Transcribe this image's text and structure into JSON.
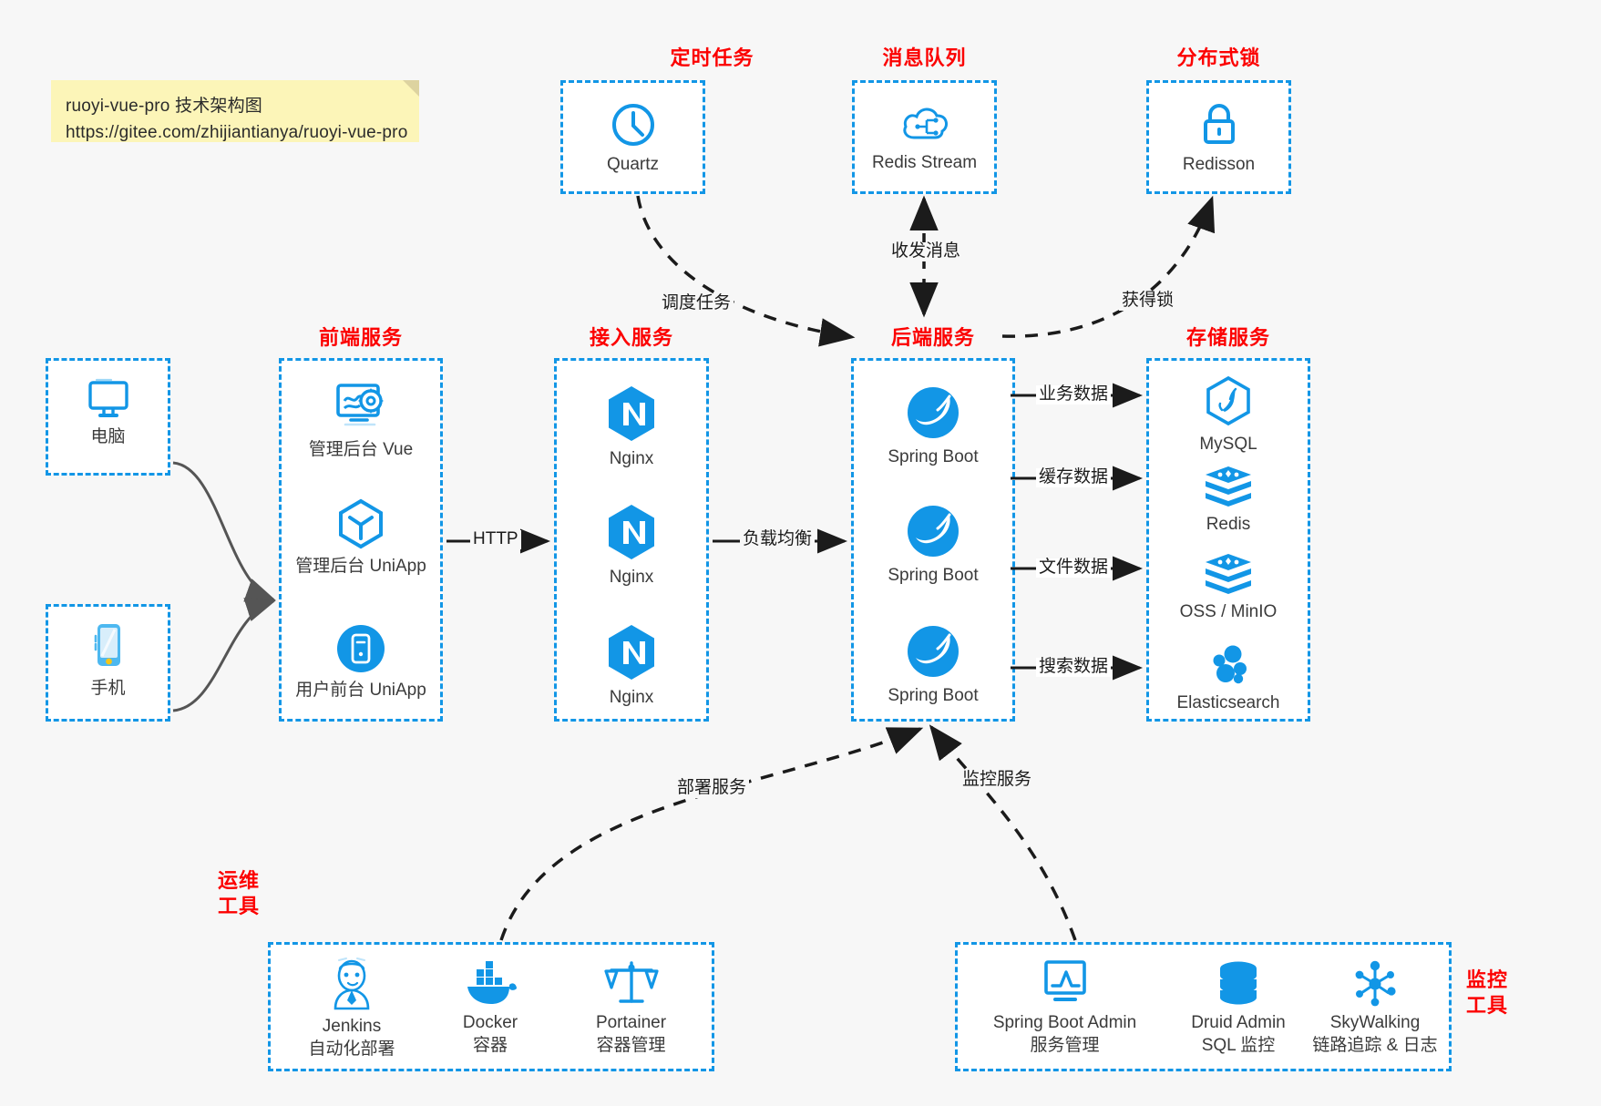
{
  "note": {
    "line1": "ruoyi-vue-pro 技术架构图",
    "line2": "https://gitee.com/zhijiantianya/ruoyi-vue-pro"
  },
  "colors": {
    "accent_blue": "#1296e6",
    "title_red": "#fc0000",
    "background": "#f7f7f7",
    "box_fill": "#ffffff",
    "arrow_black": "#1b1b1b",
    "arrow_gray": "#555555",
    "note_yellow": "#fcf5b8"
  },
  "groups": {
    "scheduler": {
      "title": "定时任务",
      "nodes": [
        {
          "label": "Quartz",
          "icon": "clock-icon"
        }
      ]
    },
    "message_queue": {
      "title": "消息队列",
      "nodes": [
        {
          "label": "Redis Stream",
          "icon": "cloud-network-icon"
        }
      ]
    },
    "distributed_lock": {
      "title": "分布式锁",
      "nodes": [
        {
          "label": "Redisson",
          "icon": "lock-icon"
        }
      ]
    },
    "clients": {
      "nodes": [
        {
          "label": "电脑",
          "icon": "desktop-monitor-icon"
        },
        {
          "label": "手机",
          "icon": "mobile-phone-icon"
        }
      ]
    },
    "frontend": {
      "title": "前端服务",
      "nodes": [
        {
          "label": "管理后台 Vue",
          "icon": "dashboard-gear-icon"
        },
        {
          "label": "管理后台 UniApp",
          "icon": "cube-icon"
        },
        {
          "label": "用户前台 UniApp",
          "icon": "phone-circle-icon"
        }
      ]
    },
    "gateway": {
      "title": "接入服务",
      "nodes": [
        {
          "label": "Nginx",
          "icon": "nginx-icon"
        },
        {
          "label": "Nginx",
          "icon": "nginx-icon"
        },
        {
          "label": "Nginx",
          "icon": "nginx-icon"
        }
      ]
    },
    "backend": {
      "title": "后端服务",
      "nodes": [
        {
          "label": "Spring Boot",
          "icon": "spring-leaf-icon"
        },
        {
          "label": "Spring Boot",
          "icon": "spring-leaf-icon"
        },
        {
          "label": "Spring Boot",
          "icon": "spring-leaf-icon"
        }
      ]
    },
    "storage": {
      "title": "存储服务",
      "nodes": [
        {
          "label": "MySQL",
          "icon": "mysql-dolphin-icon"
        },
        {
          "label": "Redis",
          "icon": "redis-stack-icon"
        },
        {
          "label": "OSS / MinIO",
          "icon": "redis-stack-icon"
        },
        {
          "label": "Elasticsearch",
          "icon": "elasticsearch-icon"
        }
      ]
    },
    "devops": {
      "title_line1": "运维",
      "title_line2": "工具",
      "nodes": [
        {
          "name": "Jenkins",
          "desc": "自动化部署",
          "icon": "jenkins-butler-icon"
        },
        {
          "name": "Docker",
          "desc": "容器",
          "icon": "docker-whale-icon"
        },
        {
          "name": "Portainer",
          "desc": "容器管理",
          "icon": "scales-icon"
        }
      ]
    },
    "monitoring": {
      "title_line1": "监控",
      "title_line2": "工具",
      "nodes": [
        {
          "name": "Spring Boot Admin",
          "desc": "服务管理",
          "icon": "monitor-chart-icon"
        },
        {
          "name": "Druid Admin",
          "desc": "SQL 监控",
          "icon": "database-cylinder-icon"
        },
        {
          "name": "SkyWalking",
          "desc": "链路追踪 & 日志",
          "icon": "skywalking-nodes-icon"
        }
      ]
    }
  },
  "edges": [
    {
      "id": "http",
      "label": "HTTP"
    },
    {
      "id": "load-balance",
      "label": "负载均衡"
    },
    {
      "id": "schedule-task",
      "label": "调度任务"
    },
    {
      "id": "send-receive-message",
      "label": "收发消息"
    },
    {
      "id": "acquire-lock",
      "label": "获得锁"
    },
    {
      "id": "business-data",
      "label": "业务数据"
    },
    {
      "id": "cache-data",
      "label": "缓存数据"
    },
    {
      "id": "file-data",
      "label": "文件数据"
    },
    {
      "id": "search-data",
      "label": "搜索数据"
    },
    {
      "id": "deploy-service",
      "label": "部署服务"
    },
    {
      "id": "monitor-service",
      "label": "监控服务"
    }
  ]
}
